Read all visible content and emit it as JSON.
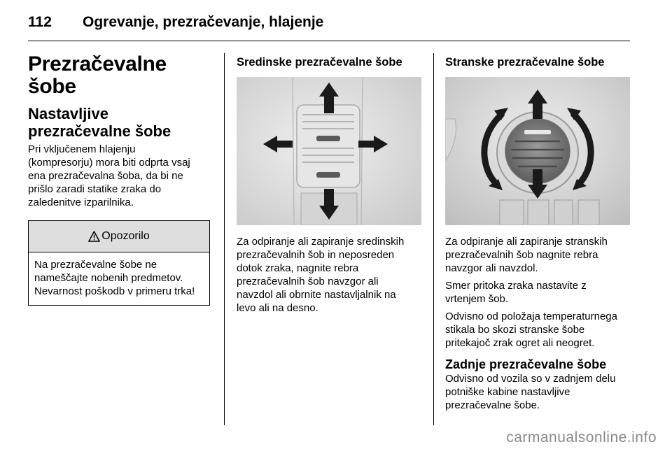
{
  "header": {
    "page_number": "112",
    "chapter": "Ogrevanje, prezračevanje, hlajenje"
  },
  "column1": {
    "section_title": "Prezračevalne šobe",
    "subsection_title": "Nastavljive prezračevalne šobe",
    "intro_lines": [
      "Pri vključenem hlajenju",
      "(kompresorju) mora biti odprta vsaj",
      "ena prezračevalna šoba, da bi ne",
      "prišlo zaradi statike zraka do",
      "zaledenitve izparilnika."
    ],
    "warning": {
      "icon": "warning-triangle-icon",
      "title": "Opozorilo",
      "lines": [
        "Na prezračevalne šobe ne",
        "nameščajte nobenih predmetov.",
        "Nevarnost poškodb v primeru trka!"
      ]
    }
  },
  "column2": {
    "title": "Sredinske prezračevalne šobe",
    "caption_lines": [
      "Za odpiranje ali zapiranje sredinskih",
      "prezračevalnih šob in neposreden",
      "dotok zraka, nagnite rebra",
      "prezračevalnih šob navzgor ali",
      "navzdol ali obrnite nastavljalnik na",
      "levo ali na desno."
    ]
  },
  "column3": {
    "title": "Stranske prezračevalne šobe",
    "para1_lines": [
      "Za odpiranje ali zapiranje stranskih",
      "prezračevalnih šob nagnite rebra",
      "navzgor ali navzdol."
    ],
    "para2_lines": [
      "Smer pritoka zraka nastavite z",
      "vrtenjem šob."
    ],
    "para3_lines": [
      "Odvisno od položaja temperaturnega",
      "stikala bo skozi stranske šobe",
      "pritekajoč zrak ogret ali neogret."
    ],
    "rear_title": "Zadnje prezračevalne šobe",
    "rear_lines": [
      "Odvisno od vozila so v zadnjem delu",
      "potniške kabine nastavljive",
      "prezračevalne šobe."
    ]
  },
  "watermark": "carmanualsonline.info"
}
